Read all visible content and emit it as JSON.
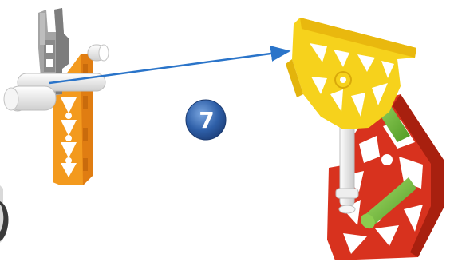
{
  "step": {
    "number": "7"
  },
  "parts": [
    {
      "name": "gray-clip-connector",
      "color": "#9a9a9a"
    },
    {
      "name": "orange-rod-strip",
      "color": "#f39a1e"
    },
    {
      "name": "white-rod-short",
      "color": "#f2f2f2"
    },
    {
      "name": "yellow-half-wheel",
      "color": "#f6d21c"
    },
    {
      "name": "green-rod",
      "color": "#7fc242"
    },
    {
      "name": "red-connector-bracket",
      "color": "#d8321e"
    },
    {
      "name": "white-rod-long",
      "color": "#f0f0f0"
    }
  ],
  "colors": {
    "arrow": "#2a74c9",
    "badge": "#2e5fa8",
    "badge_highlight": "#7aa6e0",
    "badge_text": "#ffffff"
  }
}
